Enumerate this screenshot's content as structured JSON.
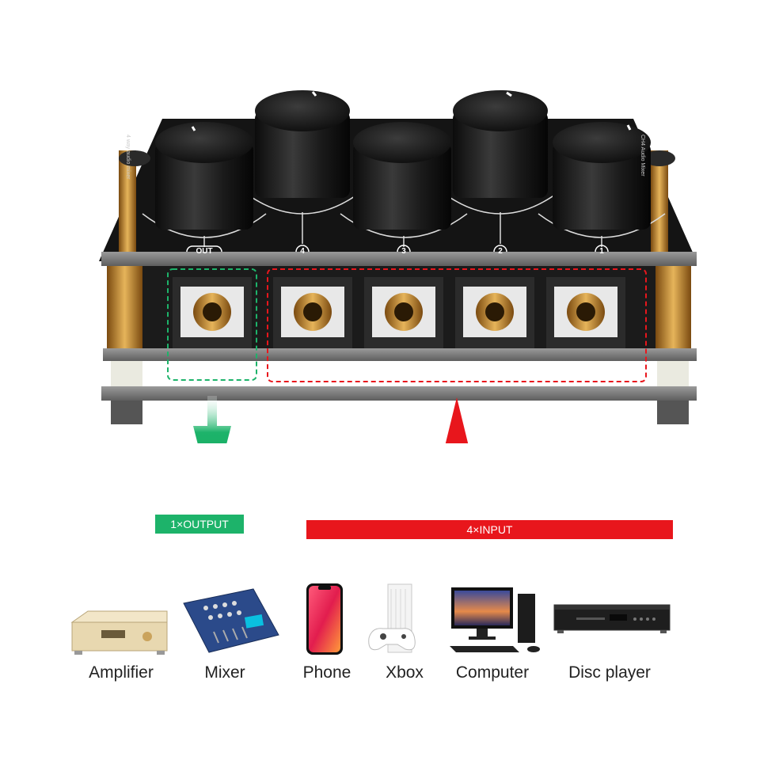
{
  "board": {
    "knob_labels": [
      "OUT",
      "4",
      "3",
      "2",
      "1"
    ],
    "side_left_text": "4 way audio mixer",
    "side_right_text": "CH4 Audio Mixer"
  },
  "banners": {
    "output": "1×OUTPUT",
    "input": "4×INPUT"
  },
  "colors": {
    "output": "#1db36a",
    "input": "#e8161c",
    "board": "#141414",
    "jack_brass": "#c8922e"
  },
  "devices": [
    {
      "icon": "amplifier-icon",
      "label": "Amplifier"
    },
    {
      "icon": "mixer-icon",
      "label": "Mixer"
    },
    {
      "icon": "phone-icon",
      "label": "Phone"
    },
    {
      "icon": "xbox-icon",
      "label": "Xbox"
    },
    {
      "icon": "computer-icon",
      "label": "Computer"
    },
    {
      "icon": "disc-player-icon",
      "label": "Disc player"
    }
  ]
}
